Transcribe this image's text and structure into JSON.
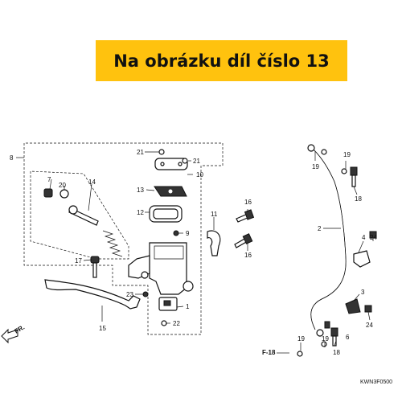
{
  "banner": {
    "text": "Na obrázku díl číslo 13",
    "color": "#ffc20e"
  },
  "diagram": {
    "part_labels": [
      "8",
      "7",
      "20",
      "14",
      "21",
      "21",
      "10",
      "13",
      "12",
      "9",
      "16",
      "16",
      "11",
      "17",
      "23",
      "1",
      "22",
      "15",
      "2",
      "19",
      "19",
      "18",
      "4",
      "24",
      "19",
      "6",
      "18",
      "19",
      "24",
      "3"
    ],
    "direction_label": "FR.",
    "page_ref": "F-18",
    "drawing_code": "KWN3F0500"
  }
}
